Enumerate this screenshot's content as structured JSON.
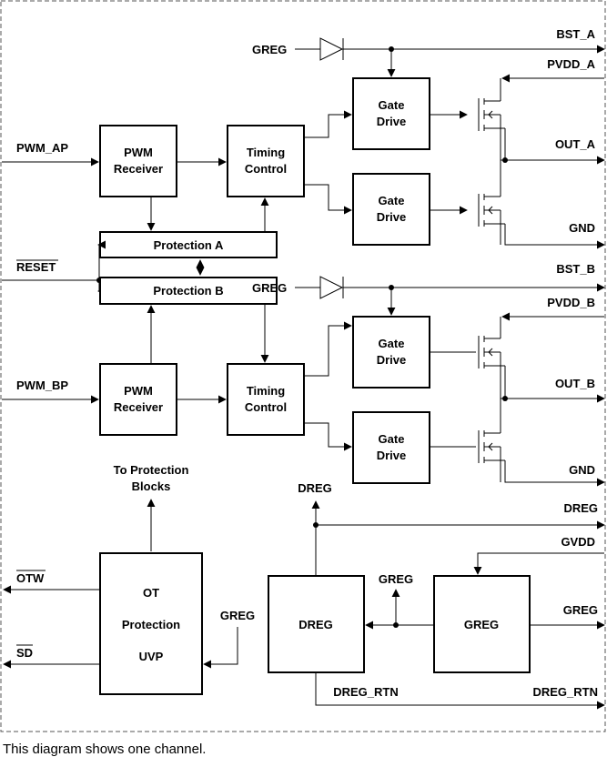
{
  "blocks": {
    "pwm_receiver_a": [
      "PWM",
      "Receiver"
    ],
    "timing_control_a": [
      "Timing",
      "Control"
    ],
    "gate_drive_a_high": [
      "Gate",
      "Drive"
    ],
    "gate_drive_a_low": [
      "Gate",
      "Drive"
    ],
    "protection_a": "Protection A",
    "protection_b": "Protection B",
    "pwm_receiver_b": [
      "PWM",
      "Receiver"
    ],
    "timing_control_b": [
      "Timing",
      "Control"
    ],
    "gate_drive_b_high": [
      "Gate",
      "Drive"
    ],
    "gate_drive_b_low": [
      "Gate",
      "Drive"
    ],
    "ot_block": [
      "OT",
      "Protection",
      "UVP"
    ],
    "dreg_block": "DREG",
    "greg_block": "GREG"
  },
  "signals": {
    "pwm_ap": "PWM_AP",
    "reset": "RESET",
    "pwm_bp": "PWM_BP",
    "greg_a": "GREG",
    "greg_b": "GREG",
    "bst_a": "BST_A",
    "pvdd_a": "PVDD_A",
    "out_a": "OUT_A",
    "gnd_a": "GND",
    "bst_b": "BST_B",
    "pvdd_b": "PVDD_B",
    "out_b": "OUT_B",
    "gnd_b": "GND",
    "to_protection": [
      "To Protection",
      "Blocks"
    ],
    "otw": "OTW",
    "sd": "SD",
    "greg_in_ot": "GREG",
    "dreg_top": "DREG",
    "dreg_out": "DREG",
    "gvdd": "GVDD",
    "greg_mid": "GREG",
    "greg_out": "GREG",
    "dreg_rtn_mid": "DREG_RTN",
    "dreg_rtn_out": "DREG_RTN"
  },
  "caption": "This diagram shows one channel."
}
